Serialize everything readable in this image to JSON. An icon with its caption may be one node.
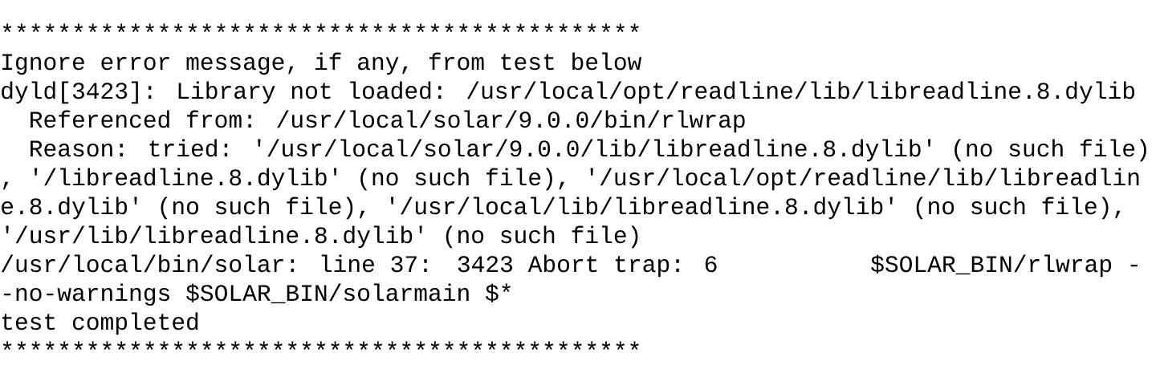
{
  "diagram": {
    "labels": [
      "*********************************************",
      "Ignore error message, if any, from test below",
      "dyld[3423]: Library not loaded: /usr/local/opt/readline/lib/libreadline.8.dylib",
      "Referenced from: /usr/local/solar/9.0.0/bin/rlwrap",
      "Reason: tried: '/usr/local/solar/9.0.0/lib/libreadline.8.dylib' (no such file)",
      ", '/libreadline.8.dylib' (no such file), '/usr/local/opt/readline/lib/libreadlin",
      "e.8.dylib' (no such file), '/usr/local/lib/libreadline.8.dylib' (no such file),",
      "'/usr/lib/libreadline.8.dylib' (no such file)",
      "/usr/local/bin/solar: line 37:",
      "3423 Abort trap: 6",
      "$SOLAR_BIN/rlwrap -",
      "-no-warnings $SOLAR_BIN/solarmain $*",
      "test completed",
      "*********************************************"
    ]
  }
}
